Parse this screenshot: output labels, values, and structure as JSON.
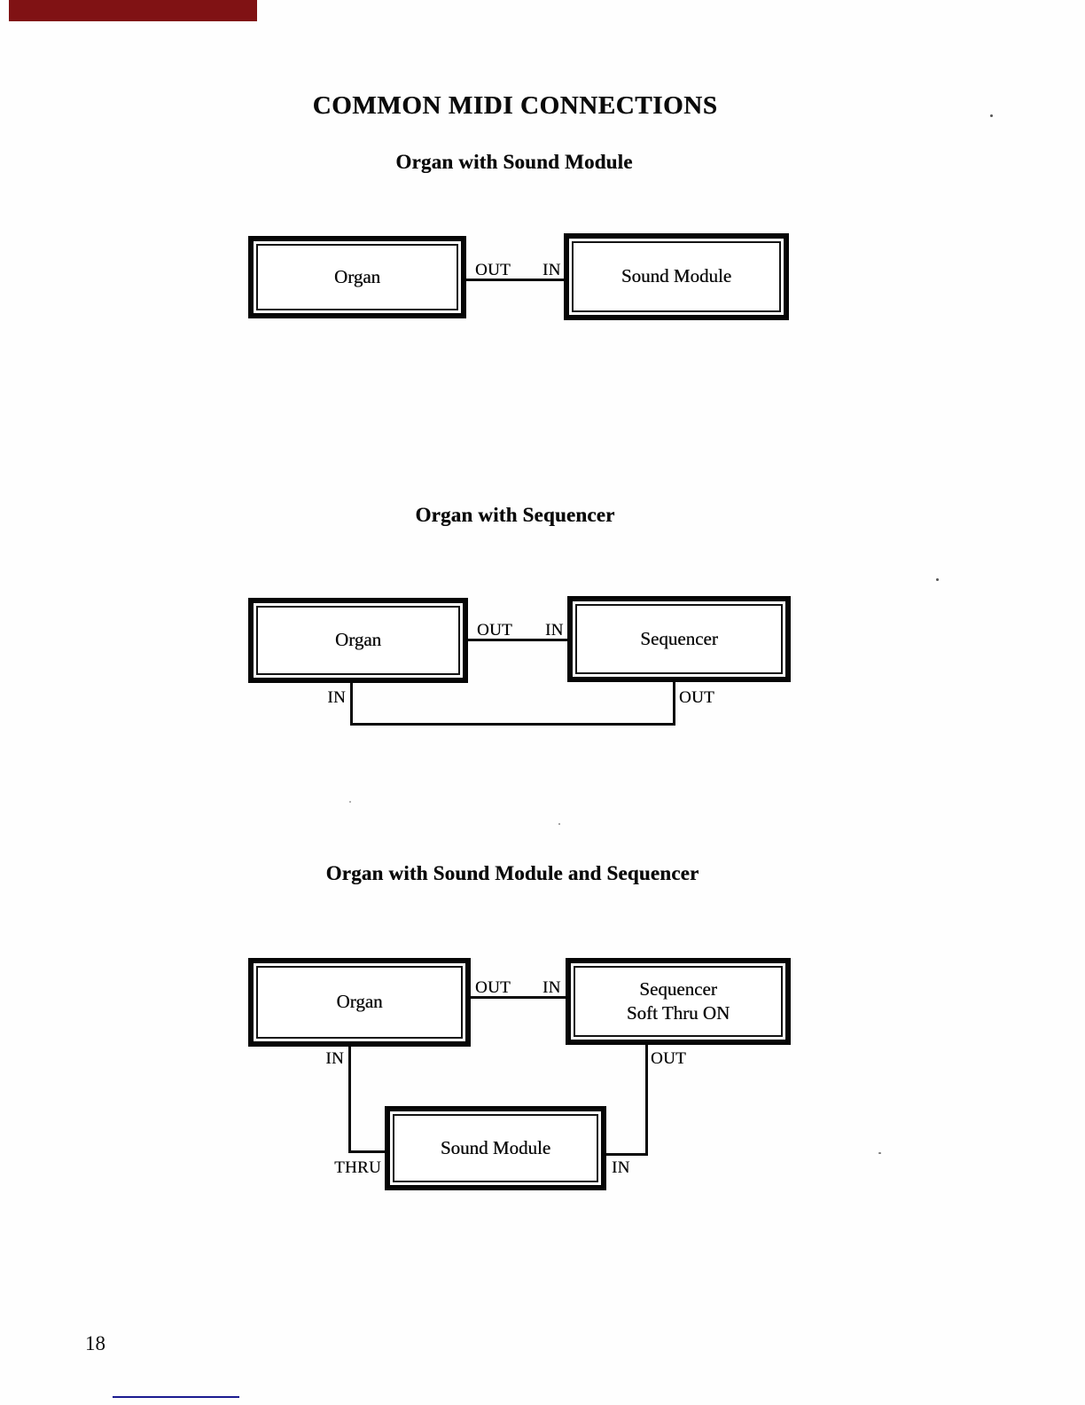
{
  "page": {
    "title": "COMMON MIDI CONNECTIONS",
    "page_number": "18"
  },
  "scan_artifacts": {
    "top_bar_color": "#801214",
    "footer_line_color": "#1a1a8f"
  },
  "diagrams": [
    {
      "heading": "Organ with Sound Module",
      "boxes": {
        "left": "Organ",
        "right": "Sound Module"
      },
      "ports": {
        "link_out": "OUT",
        "link_in": "IN"
      }
    },
    {
      "heading": "Organ with Sequencer",
      "boxes": {
        "left": "Organ",
        "right": "Sequencer"
      },
      "ports": {
        "link_out": "OUT",
        "link_in": "IN",
        "return_in": "IN",
        "return_out": "OUT"
      }
    },
    {
      "heading": "Organ with Sound Module and Sequencer",
      "boxes": {
        "left": "Organ",
        "right_line1": "Sequencer",
        "right_line2": "Soft Thru ON",
        "bottom": "Sound Module"
      },
      "ports": {
        "link_out": "OUT",
        "link_in": "IN",
        "organ_in": "IN",
        "sequencer_out": "OUT",
        "module_thru": "THRU",
        "module_in": "IN"
      }
    }
  ]
}
